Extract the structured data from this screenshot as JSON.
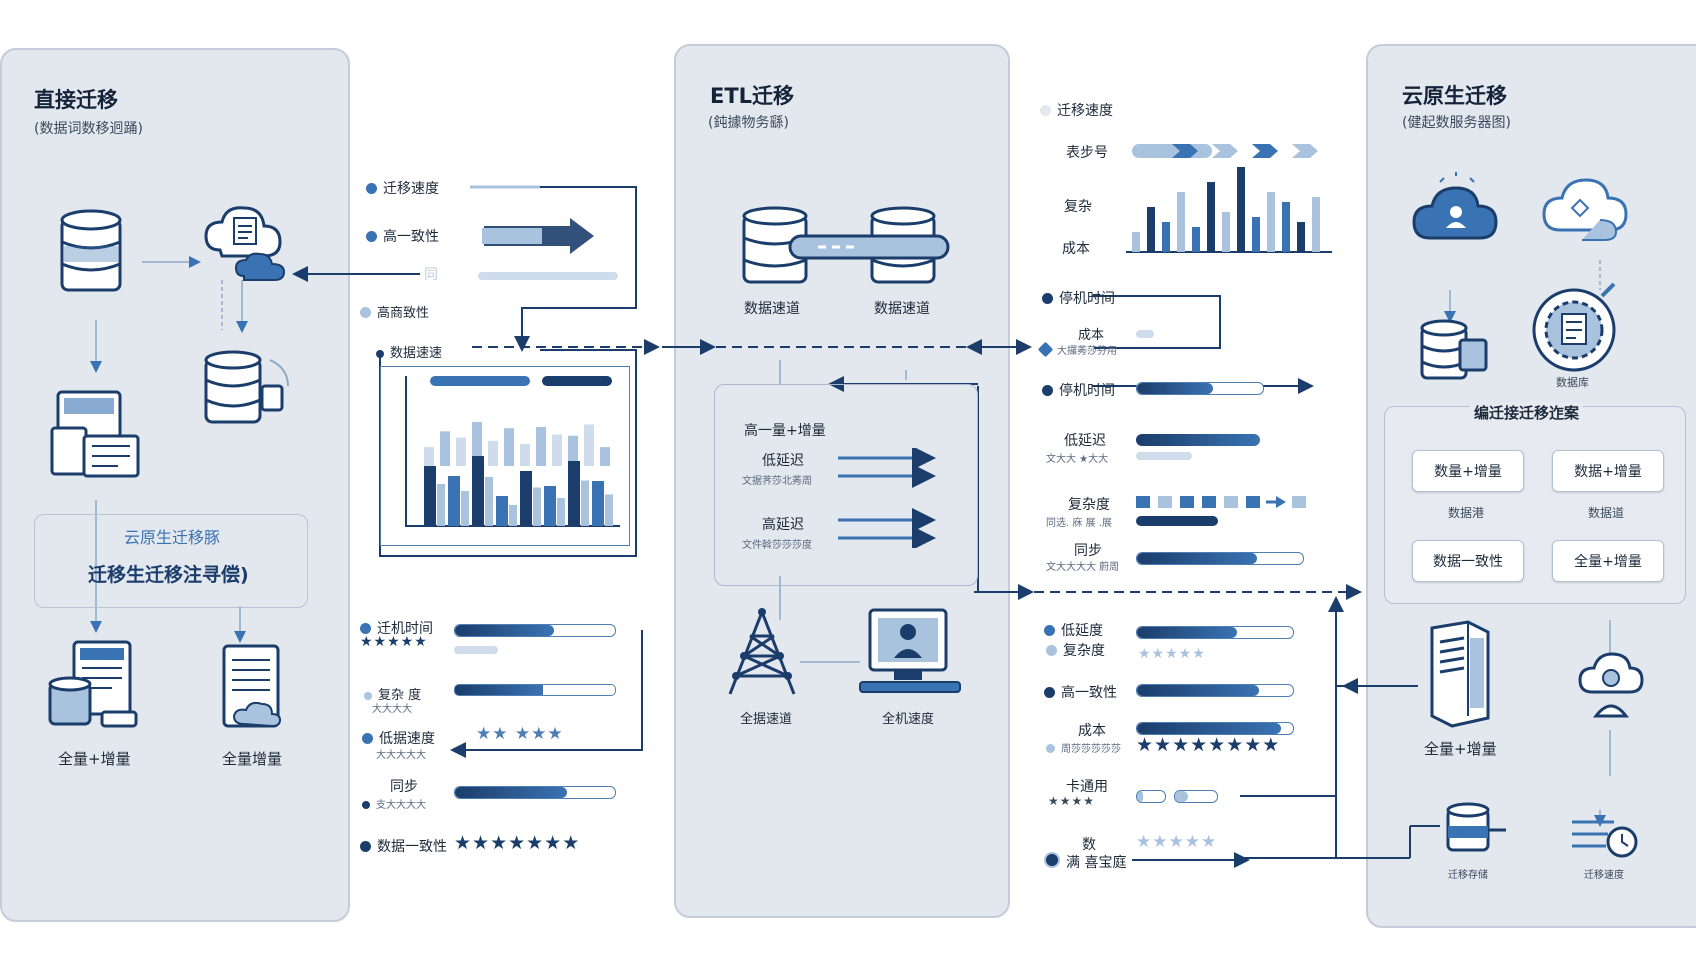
{
  "colors": {
    "panel": "#e3e7ee",
    "dark_blue": "#1b3d6b",
    "mid_blue": "#3a73b3",
    "light_blue": "#a9c2de"
  },
  "left": {
    "title": "直接迁移",
    "subtitle": "(数据词数移迥踊)",
    "icons": [
      "database-icon",
      "cloud-icon",
      "server-icon",
      "desktop-icon"
    ],
    "cloud_box_top": "云原生迁移豚",
    "cloud_box_main": "迁移生迁移注寻偿)",
    "bottom_left": "全量+增量",
    "bottom_right": "全量增量"
  },
  "mid_left": {
    "items": [
      "迁移速度",
      "高一致性",
      "高商致性",
      "数据速速"
    ],
    "faint": "同"
  },
  "mid_left_metrics": [
    {
      "label": "迁机时间",
      "fill": 0.62
    },
    {
      "label": "复杂\n度",
      "sub": "大大大大",
      "fill": 0.55
    },
    {
      "label": "低据速度",
      "sub": "大大大大大",
      "stars": "★★ ★★★"
    },
    {
      "label": "同步",
      "sub": "支大大大大",
      "fill": 0.7
    },
    {
      "label": "数据一致性",
      "stars": "★★★★★★★"
    }
  ],
  "etl": {
    "title": "ETL迁移",
    "subtitle": "(鈍據物务繇)",
    "db_left": "数据速道",
    "db_right": "数据速道",
    "box_head": "高一量+增量",
    "box_row1": "低延迟",
    "box_row1_sub": "文据荠莎北莠周",
    "box_row2": "高延迟",
    "box_row2_sub": "文件斡莎莎莎度",
    "bottom_left": "全据速道",
    "bottom_right": "全机速度"
  },
  "right_metrics": {
    "top_label": "迁移速度",
    "row1": "表步号",
    "row2": "复杂",
    "row3": "成本",
    "m1": "停机时间",
    "m2": "成本",
    "m2_sub": "大攞莠莎芬用",
    "m3": "停机时间",
    "m4": "低延迟",
    "m4_sub": "文大大 ★大大",
    "m5": "复杂度",
    "m5_sub": "同选. 庥 展 .展",
    "m6": "同步",
    "m6_sub": "文大大大大 蔚周",
    "m7": "低延度",
    "m7b": "复杂度",
    "m8": "高一致性",
    "m9": "成本",
    "m9_sub": "周莎莎莎莎莎",
    "m10": "卡通用",
    "m11": "数",
    "m11b": "满 喜宝庭"
  },
  "bars": {
    "b1": 0.6,
    "b2": 0.72,
    "b3": 0.58,
    "b4": 0.55,
    "b5": 0.75,
    "b6": 0.72,
    "b7": 0.6
  },
  "cloud": {
    "title": "云原生迁移",
    "subtitle": "(健起数服务器图)",
    "icon_caption": "数据库",
    "box_head": "编迁接迁移迮案",
    "btn1": "数量+增量",
    "btn2": "数据+增量",
    "cap1": "数据港",
    "cap2": "数据道",
    "btn3": "数据一致性",
    "btn4": "全量+增量",
    "server_caption": "全量+增量",
    "small1": "迁移存储",
    "small2": "迁移速度"
  },
  "chart_left": {
    "type": "bar",
    "values": [
      30,
      55,
      45,
      70,
      40,
      60,
      35,
      62,
      50,
      48,
      66,
      30
    ]
  },
  "chart_left2": {
    "type": "bar",
    "values": [
      60,
      50,
      70,
      30,
      55,
      40,
      65,
      45
    ]
  },
  "chart_right": {
    "type": "bar",
    "values": [
      20,
      45,
      30,
      60,
      25,
      70,
      40,
      85,
      35,
      60,
      50,
      30,
      55
    ]
  }
}
